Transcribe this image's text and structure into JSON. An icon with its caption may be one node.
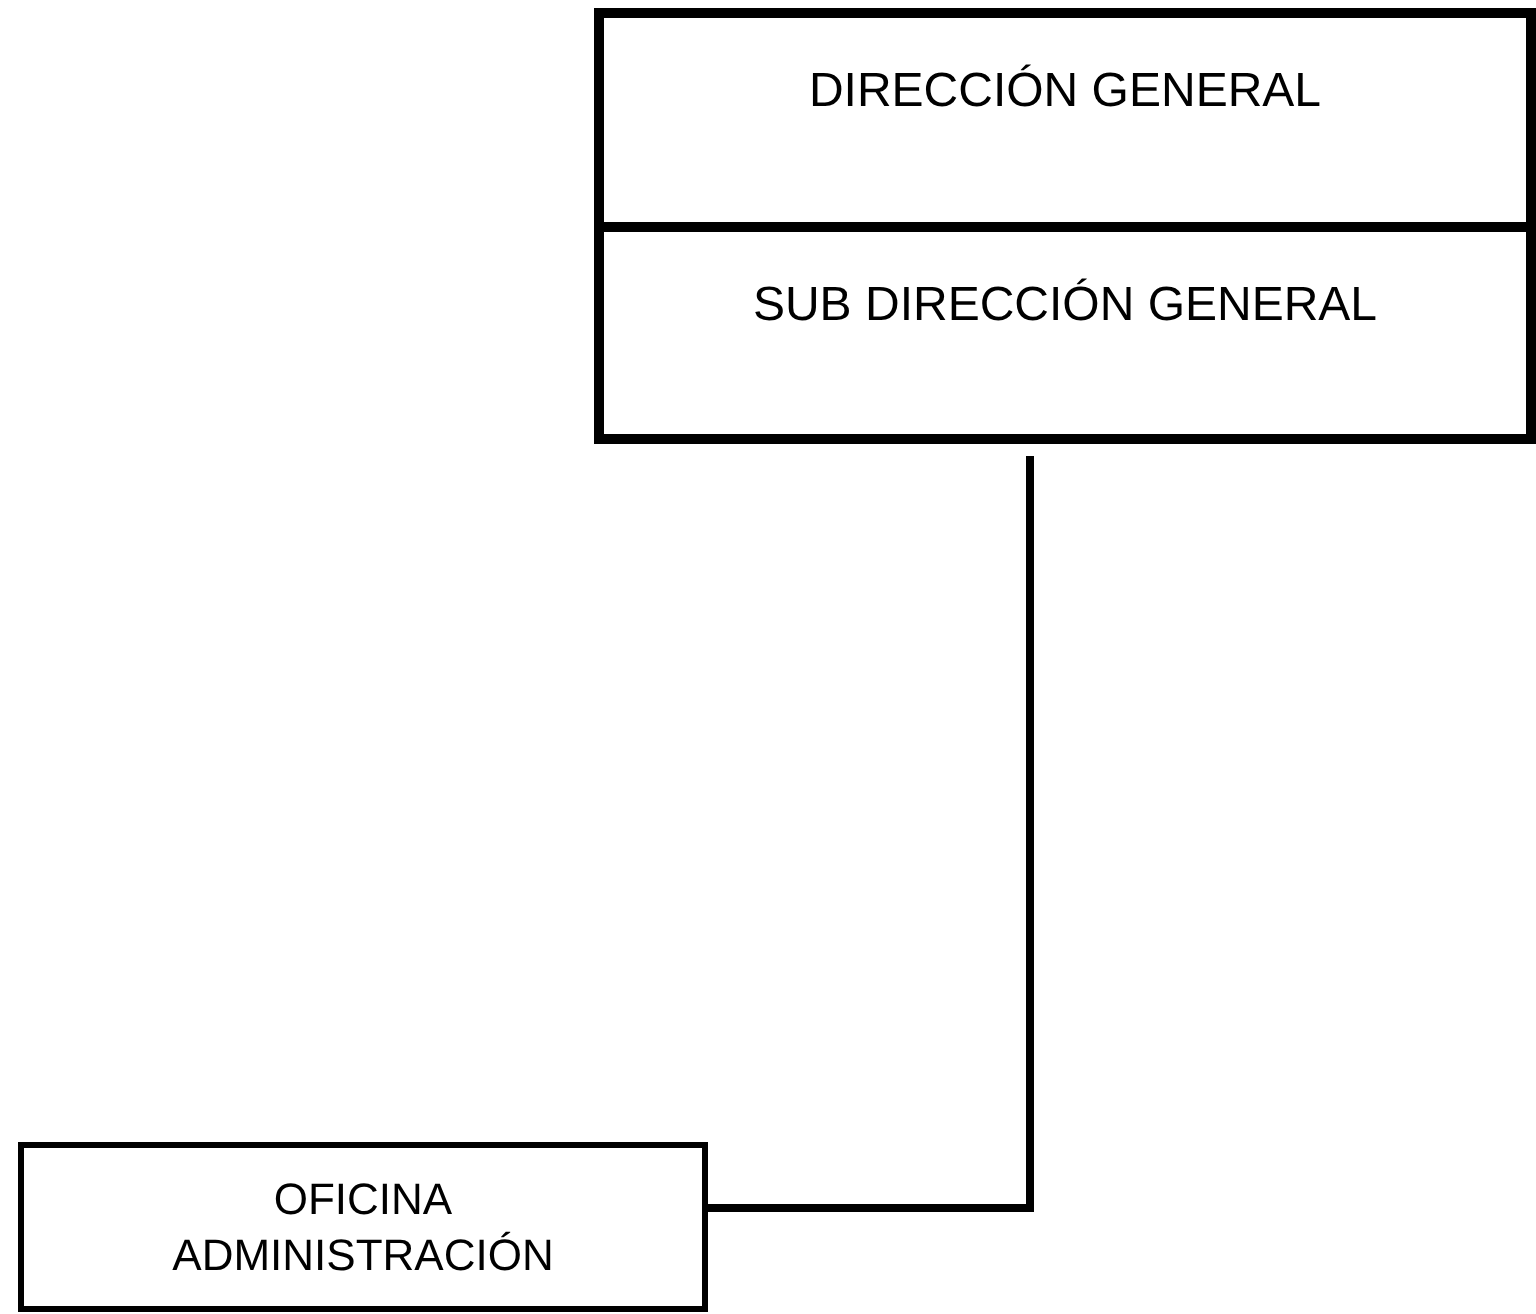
{
  "diagram": {
    "nodes": [
      {
        "text": [
          "DIRECCIÓN GENERAL"
        ]
      },
      {
        "text": [
          "SUB DIRECCIÓN GENERAL"
        ]
      },
      {
        "text": [
          "OFICINA ADMINISTRACIÓN"
        ]
      }
    ],
    "edges": [
      {
        "from": 1,
        "to": 2,
        "arrow": "none"
      }
    ]
  }
}
